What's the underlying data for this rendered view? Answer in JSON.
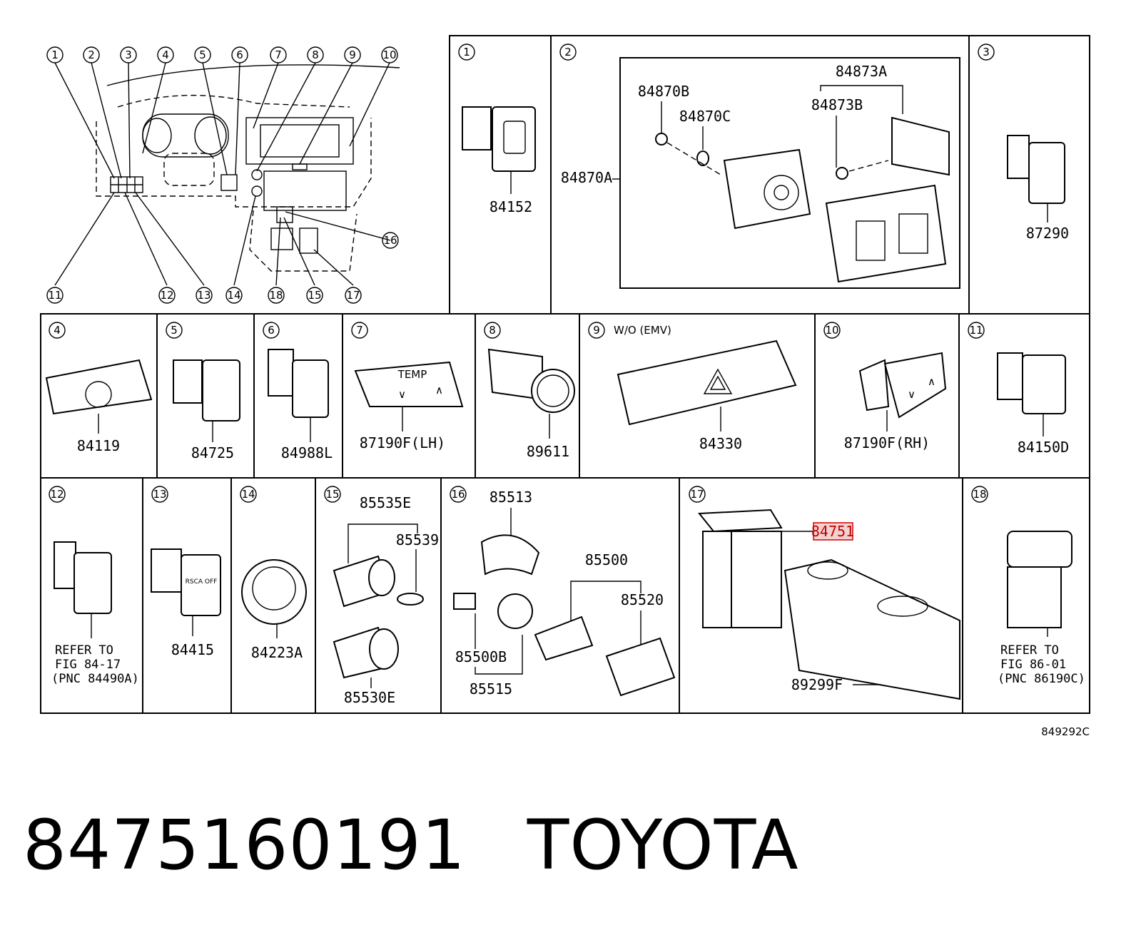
{
  "footer": {
    "part_number": "8475160191",
    "brand": "TOYOTA"
  },
  "figure_code": "849292C",
  "overview_callouts": [
    "1",
    "2",
    "3",
    "4",
    "5",
    "6",
    "7",
    "8",
    "9",
    "10",
    "11",
    "12",
    "13",
    "14",
    "15",
    "16",
    "17",
    "18"
  ],
  "panels": {
    "p1": {
      "num": "1",
      "parts": [
        "84152"
      ]
    },
    "p2": {
      "num": "2",
      "parts": [
        "84870B",
        "84870C",
        "84873A",
        "84873B",
        "84870A"
      ]
    },
    "p3": {
      "num": "3",
      "parts": [
        "87290"
      ]
    },
    "p4": {
      "num": "4",
      "parts": [
        "84119"
      ]
    },
    "p5": {
      "num": "5",
      "parts": [
        "84725"
      ]
    },
    "p6": {
      "num": "6",
      "parts": [
        "84988L"
      ]
    },
    "p7": {
      "num": "7",
      "parts": [
        "87190F(LH)"
      ],
      "button_text": "TEMP"
    },
    "p8": {
      "num": "8",
      "parts": [
        "89611"
      ]
    },
    "p9": {
      "num": "9",
      "note": "W/O (EMV)",
      "parts": [
        "84330"
      ]
    },
    "p10": {
      "num": "10",
      "parts": [
        "87190F(RH)"
      ]
    },
    "p11": {
      "num": "11",
      "parts": [
        "84150D"
      ]
    },
    "p12": {
      "num": "12",
      "refer": [
        "REFER TO",
        "FIG 84-17",
        "(PNC 84490A)"
      ]
    },
    "p13": {
      "num": "13",
      "parts": [
        "84415"
      ],
      "button_text": "RSCA OFF"
    },
    "p14": {
      "num": "14",
      "parts": [
        "84223A"
      ]
    },
    "p15": {
      "num": "15",
      "parts": [
        "85535E",
        "85539",
        "85530E"
      ]
    },
    "p16": {
      "num": "16",
      "parts": [
        "85513",
        "85500",
        "85520",
        "85500B",
        "85515"
      ]
    },
    "p17": {
      "num": "17",
      "parts": [
        "84751",
        "89299F"
      ],
      "highlighted": "84751"
    },
    "p18": {
      "num": "18",
      "refer": [
        "REFER TO",
        "FIG 86-01",
        "(PNC 86190C)"
      ]
    }
  },
  "colors": {
    "line": "#000000",
    "highlight_fill": "#f4d0d0",
    "highlight_stroke": "#d00000"
  }
}
